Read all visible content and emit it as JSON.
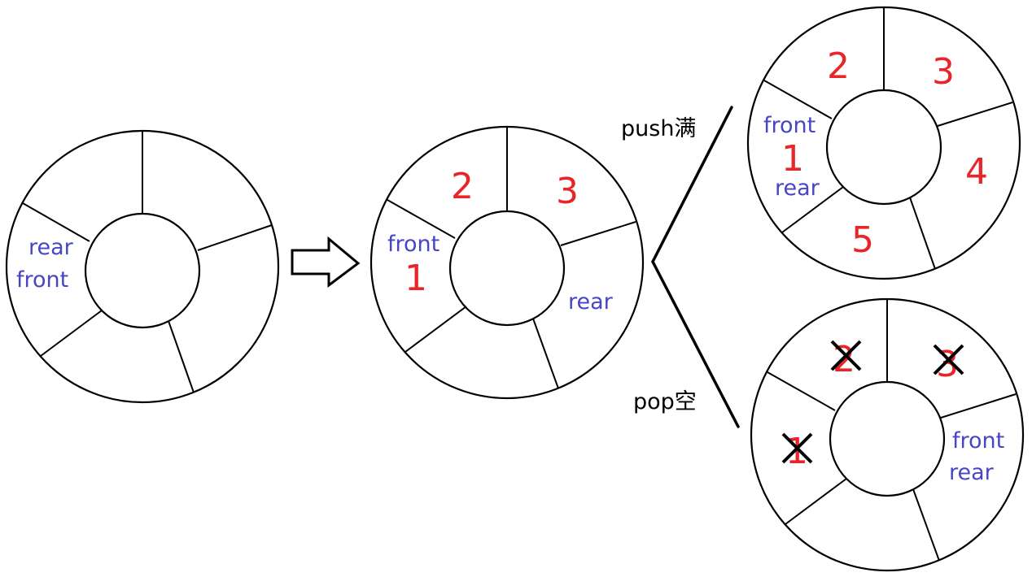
{
  "colors": {
    "outline": "#000000",
    "element_number": "#e8262a",
    "pointer_label": "#4646c6",
    "branch_label": "#000000"
  },
  "queues": [
    {
      "id": "initial",
      "pointers": {
        "first": "rear",
        "second": "front"
      },
      "slots": []
    },
    {
      "id": "after-push",
      "pointers": {
        "front": "front",
        "rear": "rear"
      },
      "slots": [
        {
          "value": "1",
          "removed": false
        },
        {
          "value": "2",
          "removed": false
        },
        {
          "value": "3",
          "removed": false
        }
      ]
    },
    {
      "id": "full",
      "pointers": {
        "front": "front",
        "rear": "rear"
      },
      "slots": [
        {
          "value": "1",
          "removed": false
        },
        {
          "value": "2",
          "removed": false
        },
        {
          "value": "3",
          "removed": false
        },
        {
          "value": "4",
          "removed": false
        },
        {
          "value": "5",
          "removed": false
        }
      ]
    },
    {
      "id": "empty",
      "pointers": {
        "front": "front",
        "rear": "rear"
      },
      "slots": [
        {
          "value": "1",
          "removed": true
        },
        {
          "value": "2",
          "removed": true
        },
        {
          "value": "3",
          "removed": true
        }
      ]
    }
  ],
  "branches": {
    "push_label": "push满",
    "pop_label": "pop空"
  }
}
